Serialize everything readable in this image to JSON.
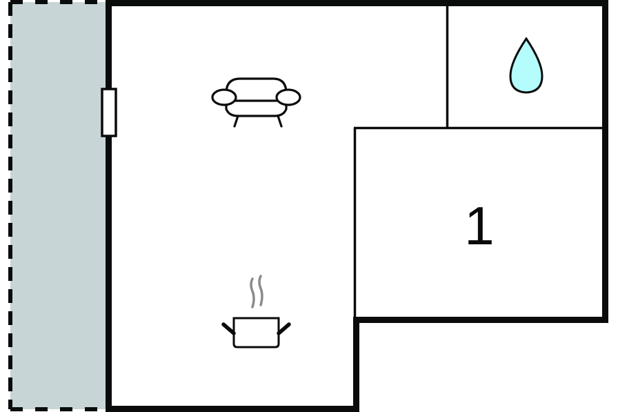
{
  "diagram": {
    "type": "floor-plan",
    "colors": {
      "wall": "#0a0c0b",
      "terrace_fill": "#c8d5d6",
      "floor": "#ffffff",
      "water_drop": "#b5fcfc",
      "steam": "#8a8a8a"
    },
    "areas": [
      {
        "id": "terrace",
        "kind": "outdoor",
        "style": "dashed-border-gray-fill"
      },
      {
        "id": "living-kitchen",
        "kind": "room",
        "icons": [
          "sofa-icon",
          "cooking-pot-icon"
        ]
      },
      {
        "id": "bathroom",
        "kind": "room",
        "icons": [
          "water-drop-icon"
        ]
      },
      {
        "id": "bedroom",
        "kind": "room",
        "label": "1"
      }
    ],
    "door": {
      "location": "left-wall",
      "label": ""
    },
    "bedroom_label": "1"
  }
}
